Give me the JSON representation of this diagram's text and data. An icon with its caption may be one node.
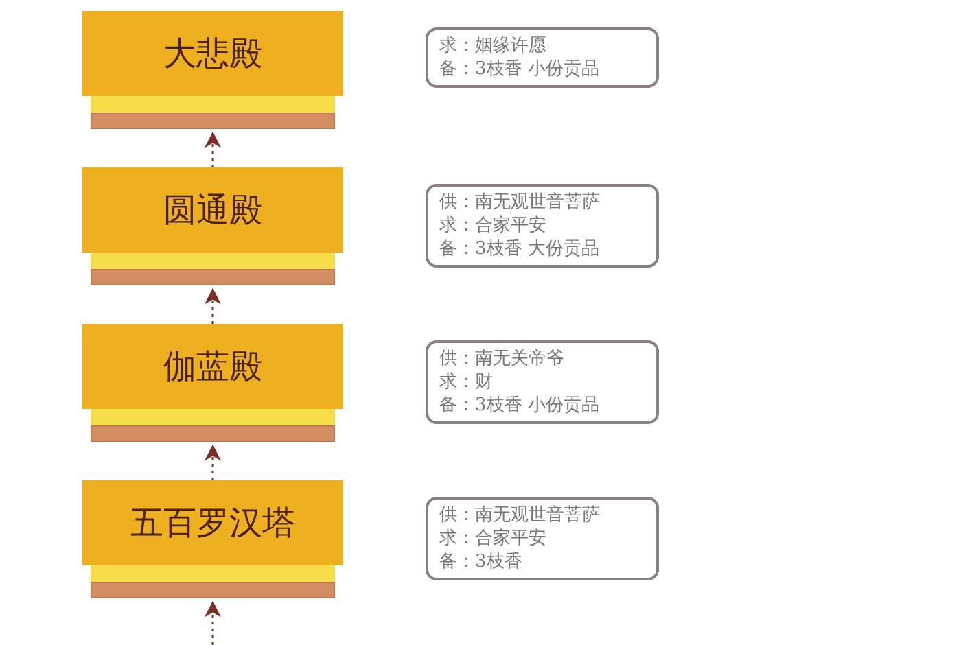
{
  "diagram": {
    "nodes": [
      {
        "text": [
          "大悲殿"
        ]
      },
      {
        "text": [
          "求：姻缘许愿",
          "备：3枝香 小份贡品"
        ]
      },
      {
        "text": [
          "圆通殿"
        ]
      },
      {
        "text": [
          "供：南无观世音菩萨",
          "求：合家平安",
          "备：3枝香 大份贡品"
        ]
      },
      {
        "text": [
          "伽蓝殿"
        ]
      },
      {
        "text": [
          "供：南无关帝爷",
          "求：财",
          "备：3枝香 小份贡品"
        ]
      },
      {
        "text": [
          "五百罗汉塔"
        ]
      },
      {
        "text": [
          "供：南无观世音菩萨",
          "求：合家平安",
          "备：3枝香"
        ]
      }
    ],
    "edges": [
      {
        "from": 2,
        "to": 0,
        "arrow": "to",
        "style": "dashed"
      },
      {
        "from": 4,
        "to": 2,
        "arrow": "to",
        "style": "dashed"
      },
      {
        "from": 6,
        "to": 4,
        "arrow": "to",
        "style": "dashed"
      },
      {
        "from": null,
        "to": 6,
        "arrow": "to",
        "style": "dashed"
      }
    ]
  }
}
